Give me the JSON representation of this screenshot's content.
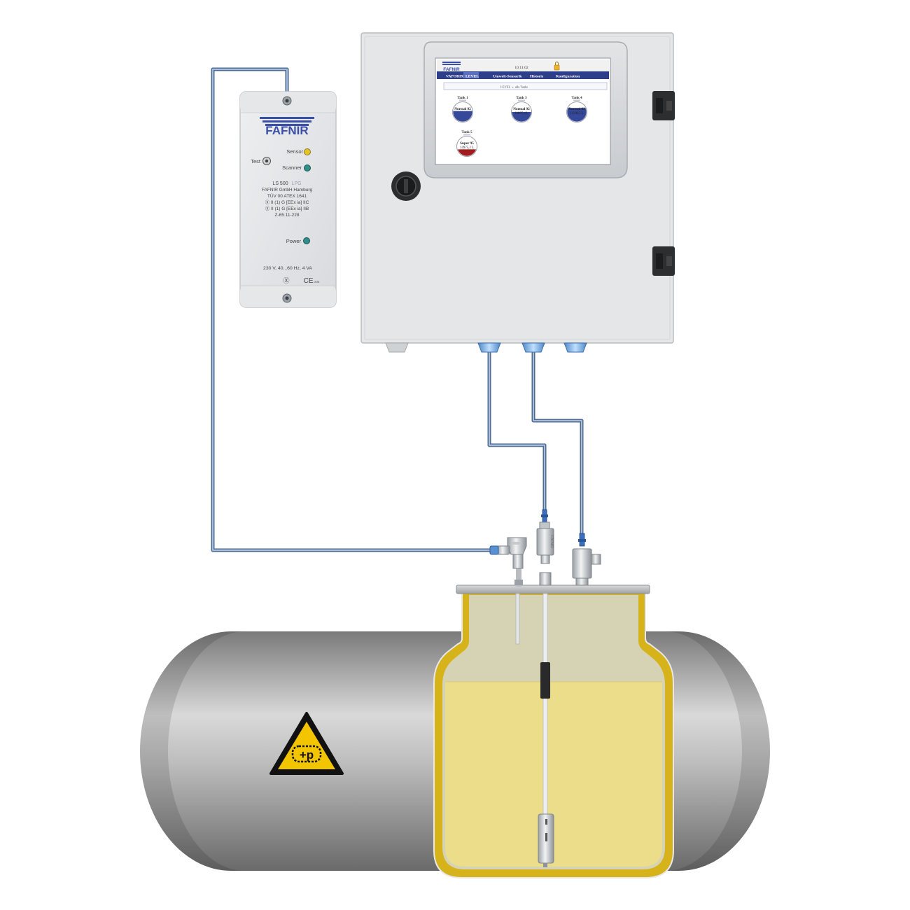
{
  "colors": {
    "cable": "#6d86a8",
    "brand_blue": "#3a4fa6",
    "screen_nav": "#2d3f8a",
    "tank_body": "#9a9a9a",
    "liquid": "#ecdd8a",
    "vapor": "#d6d3b4",
    "tank_wall_yellow": "#d6b31a",
    "fill_blue": "#35489a",
    "fill_red": "#a11d1d"
  },
  "barrier": {
    "brand": "FAFNIR",
    "test_label": "Test",
    "sensor_label": "Sensor",
    "scanner_label": "Scanner",
    "model": "LS 500",
    "model_suffix": "LPG",
    "spec_lines": [
      "FAFNIR GmbH Hamburg",
      "TÜV 00 ATEX 1641",
      "Ⓧ II (1) G [EEx ia] IIC",
      "Ⓧ II (1) G [EEx ia] IIB",
      "Z-65.11-228"
    ],
    "power_label": "Power",
    "rating": "230 V, 40...60 Hz, 4 VA",
    "ex_mark": "Ⓧ",
    "ce_mark": "CE",
    "ce_suffix": "0035"
  },
  "screen": {
    "logo": "FAFNIR",
    "time": "10:11:02",
    "tabs": [
      "VAPORIX",
      "LEVEL",
      "Umwelt-Sensorik",
      "Historie",
      "Konfiguration"
    ],
    "active_tab": "LEVEL",
    "breadcrumb": "LEVEL  »  alle Tanks",
    "tanks": [
      {
        "name": "Tank 1",
        "product": "Normal 92",
        "volume": "",
        "fill": 0.55,
        "color": "#35489a"
      },
      {
        "name": "Tank 3",
        "product": "Normal 92",
        "volume": "13097,4 L",
        "fill": 0.5,
        "color": "#35489a"
      },
      {
        "name": "Tank 4",
        "product": "Normal 92",
        "volume": "11100,5 L",
        "fill": 0.7,
        "color": "#35489a"
      },
      {
        "name": "Tank 5",
        "product": "Super 95",
        "volume": "14975,2 L",
        "fill": 0.35,
        "color": "#a11d1d"
      }
    ]
  },
  "probe": {
    "label": "FAFNIR"
  },
  "warning": {
    "symbol": "+p"
  }
}
